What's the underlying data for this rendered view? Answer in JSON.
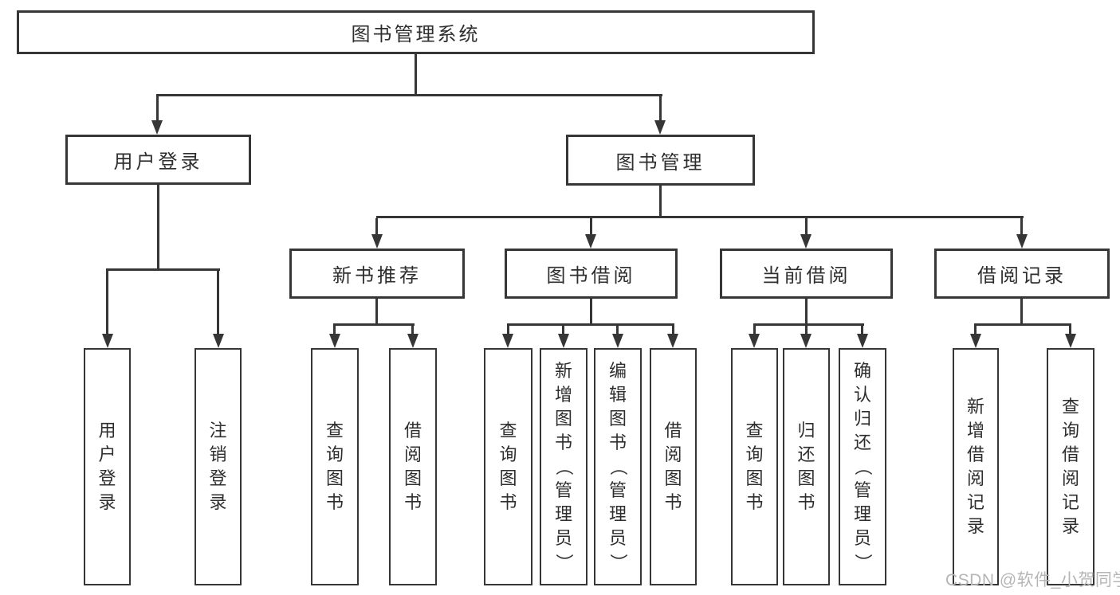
{
  "tree": {
    "label": "图书管理系统",
    "children": [
      {
        "label": "用户登录",
        "children": [
          {
            "label": "用户登录"
          },
          {
            "label": "注销登录"
          }
        ]
      },
      {
        "label": "图书管理",
        "children": [
          {
            "label": "新书推荐",
            "children": [
              {
                "label": "查询图书"
              },
              {
                "label": "借阅图书"
              }
            ]
          },
          {
            "label": "图书借阅",
            "children": [
              {
                "label": "查询图书"
              },
              {
                "label": "新增图书（管理员）"
              },
              {
                "label": "编辑图书（管理员）"
              },
              {
                "label": "借阅图书"
              }
            ]
          },
          {
            "label": "当前借阅",
            "children": [
              {
                "label": "查询图书"
              },
              {
                "label": "归还图书"
              },
              {
                "label": "确认归还（管理员）"
              }
            ]
          },
          {
            "label": "借阅记录",
            "children": [
              {
                "label": "新增借阅记录"
              },
              {
                "label": "查询借阅记录"
              }
            ]
          }
        ]
      }
    ]
  },
  "watermark": "CSDN @软件_小贺同学",
  "colors": {
    "background": "#ffffff",
    "box_fill": "#ffffff",
    "box_border": "#363636",
    "line": "#363636",
    "text": "#2e2e2e",
    "watermark": "#b6b6b6"
  }
}
